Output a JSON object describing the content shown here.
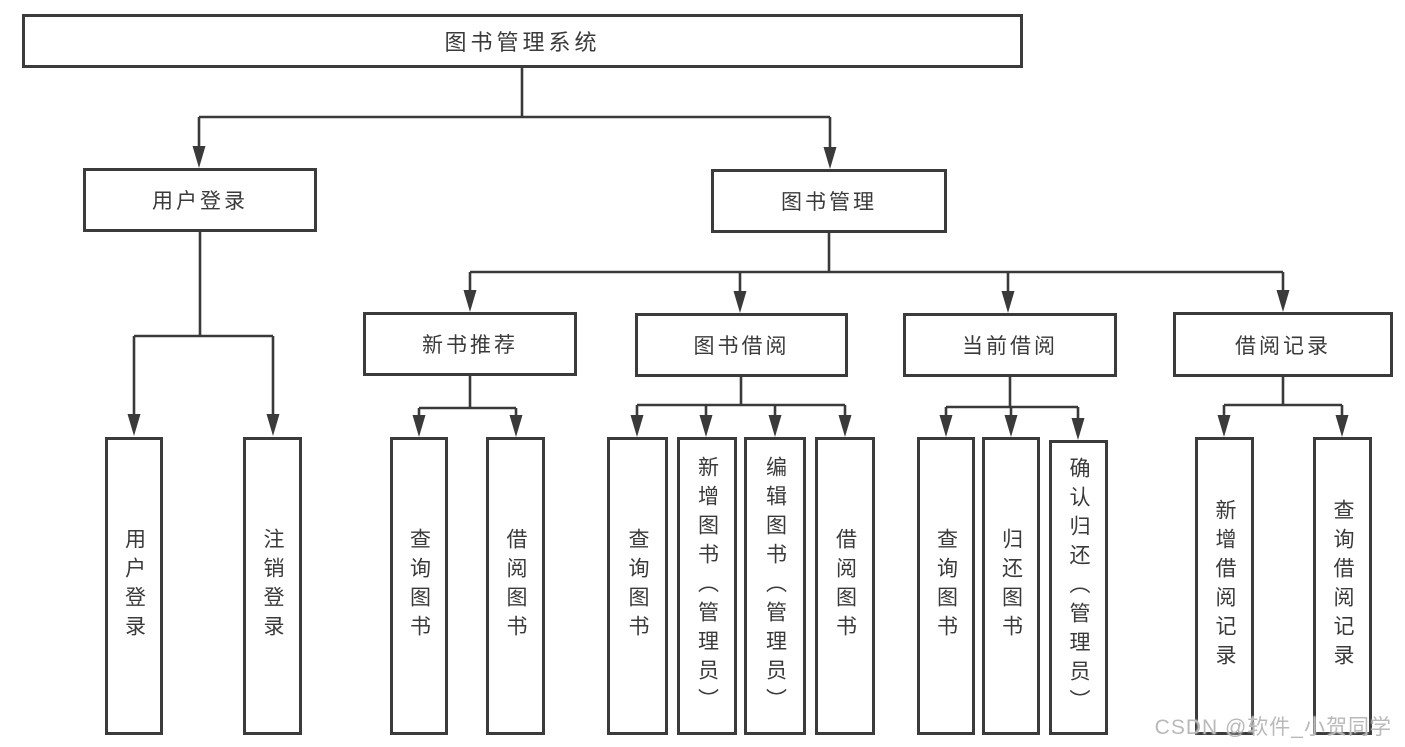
{
  "tree": {
    "label": "图书管理系统",
    "children": [
      {
        "label": "用户登录",
        "children": [
          {
            "label": "用户登录"
          },
          {
            "label": "注销登录"
          }
        ]
      },
      {
        "label": "图书管理",
        "children": [
          {
            "label": "新书推荐",
            "children": [
              {
                "label": "查询图书"
              },
              {
                "label": "借阅图书"
              }
            ]
          },
          {
            "label": "图书借阅",
            "children": [
              {
                "label": "查询图书"
              },
              {
                "label": "新增图书（管理员）"
              },
              {
                "label": "编辑图书（管理员）"
              },
              {
                "label": "借阅图书"
              }
            ]
          },
          {
            "label": "当前借阅",
            "children": [
              {
                "label": "查询图书"
              },
              {
                "label": "归还图书"
              },
              {
                "label": "确认归还（管理员）"
              }
            ]
          },
          {
            "label": "借阅记录",
            "children": [
              {
                "label": "新增借阅记录"
              },
              {
                "label": "查询借阅记录"
              }
            ]
          }
        ]
      }
    ]
  },
  "watermark": {
    "text": "CSDN @软件_小贺同学"
  },
  "colors": {
    "line": "#3a3a3a",
    "box_border": "#3b3b3b",
    "text": "#3a3a3a",
    "background": "#ffffff",
    "watermark": "#b9b9b9"
  }
}
